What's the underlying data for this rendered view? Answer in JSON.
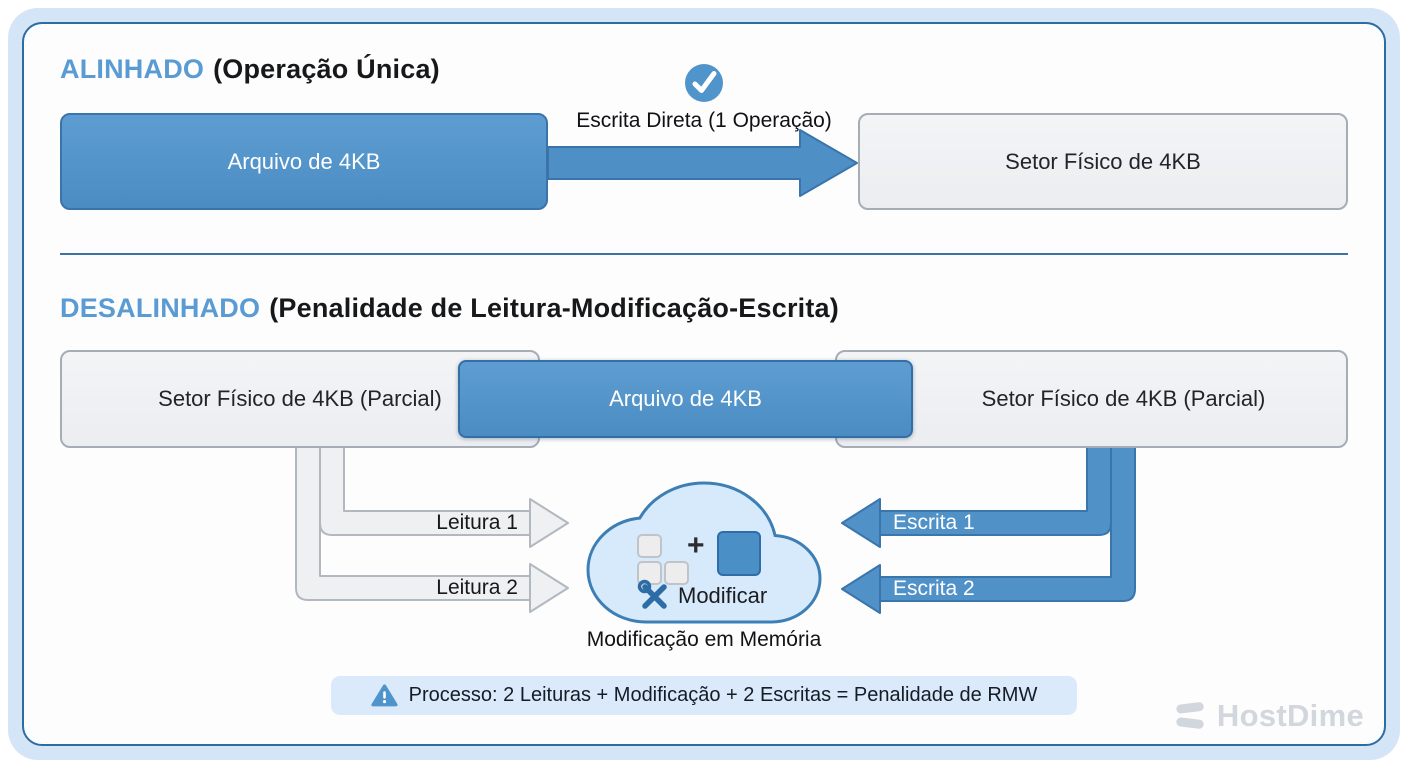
{
  "aligned": {
    "heading_accent": "ALINHADO",
    "heading_rest": "(Operação Única)",
    "file_box_label": "Arquivo de 4KB",
    "arrow_label": "Escrita Direta (1 Operação)",
    "sector_box_label": "Setor Físico de 4KB"
  },
  "misaligned": {
    "heading_accent": "DESALINHADO",
    "heading_rest": "(Penalidade de Leitura-Modificação-Escrita)",
    "left_sector_label": "Setor Físico de 4KB (Parcial)",
    "file_box_label": "Arquivo de 4KB",
    "right_sector_label": "Setor Físico de 4KB (Parcial)",
    "read_arrow_1": "Leitura 1",
    "read_arrow_2": "Leitura 2",
    "write_arrow_1": "Escrita 1",
    "write_arrow_2": "Escrita 2",
    "cloud": {
      "plus_sign": "+",
      "modify_label": "Modificar",
      "caption": "Modificação em Memória"
    },
    "process_note": "Processo: 2 Leituras + Modificação + 2 Escritas = Penalidade de RMW"
  },
  "branding": {
    "logo_text": "HostDime"
  },
  "icons": {
    "check": "check-icon",
    "warning": "warning-icon",
    "cloud": "cloud-icon",
    "tools": "tools-icon",
    "logo_mark": "hostdime-logo-icon"
  },
  "colors": {
    "accent_blue": "#4e90c5",
    "heading_blue": "#5b9bd3",
    "frame_blue": "#d3e5f6",
    "card_border": "#2d6ba3",
    "cloud_fill": "#d7eafb",
    "cloud_stroke": "#3d7fb5",
    "gray_fill": "#f0f1f3",
    "gray_border": "#a6adb6",
    "banner_bg": "#dbeafa",
    "watermark_gray": "#d2d6dd"
  }
}
